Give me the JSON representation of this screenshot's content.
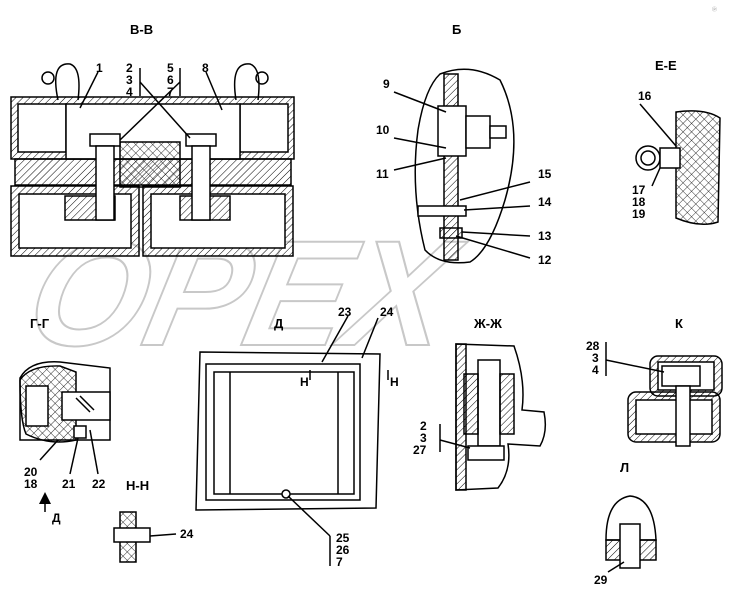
{
  "watermark": "OPEX",
  "corner_mark": "ⓟ",
  "sections": {
    "vv": "В-В",
    "b": "Б",
    "ee": "Е-Е",
    "gg": "Г-Г",
    "d": "Д",
    "zhzh": "Ж-Ж",
    "k": "К",
    "nn": "Н-Н",
    "l": "Л"
  },
  "markers": {
    "h_left": "Н",
    "h_right": "Н",
    "d_arrow": "Д"
  },
  "callouts": {
    "vv": [
      "1",
      "2",
      "3",
      "4",
      "5",
      "6",
      "7",
      "8"
    ],
    "b": [
      "9",
      "10",
      "11",
      "15",
      "14",
      "13",
      "12"
    ],
    "ee": [
      "16",
      "17",
      "18",
      "19"
    ],
    "gg": [
      "20",
      "18",
      "21",
      "22"
    ],
    "d": [
      "23",
      "24",
      "25",
      "26",
      "7"
    ],
    "zhzh": [
      "2",
      "3",
      "27"
    ],
    "k": [
      "28",
      "3",
      "4"
    ],
    "nn": [
      "24"
    ],
    "l": [
      "29"
    ]
  }
}
